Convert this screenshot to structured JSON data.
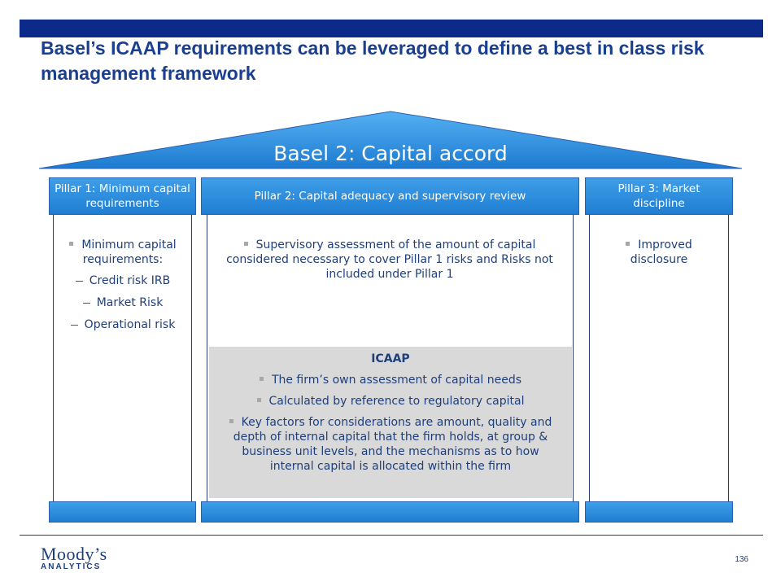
{
  "title": "Basel’s ICAAP requirements can be leveraged to define a best in class risk management framework",
  "roof_label": "Basel 2: Capital accord",
  "pillars": [
    {
      "header": "Pillar 1: Minimum capital requirements"
    },
    {
      "header": "Pillar 2: Capital adequacy and supervisory review"
    },
    {
      "header": "Pillar 3: Market discipline"
    }
  ],
  "pillar1": {
    "bullet": "Minimum capital requirements:",
    "subitems": [
      "Credit risk IRB",
      "Market Risk",
      "Operational risk"
    ]
  },
  "pillar2": {
    "bullet": "Supervisory assessment of the amount of capital considered necessary to cover Pillar 1 risks and Risks not included under Pillar 1"
  },
  "icaap": {
    "heading": "ICAAP",
    "bullets": [
      "The firm’s own assessment of capital needs",
      "Calculated by reference to regulatory capital",
      "Key factors for considerations are amount, quality and depth of internal capital that the firm holds, at group & business unit levels, and the mechanisms as to how internal capital is allocated within the firm"
    ]
  },
  "pillar3": {
    "bullet": "Improved disclosure"
  },
  "footer": {
    "logo_main": "Moody’s",
    "logo_sub": "ANALYTICS",
    "page_number": "136"
  },
  "colors": {
    "dark_blue": "#0b2a8a",
    "pillar_blue": "#1f7ed2",
    "icaap_gray": "#d9d9d9"
  }
}
